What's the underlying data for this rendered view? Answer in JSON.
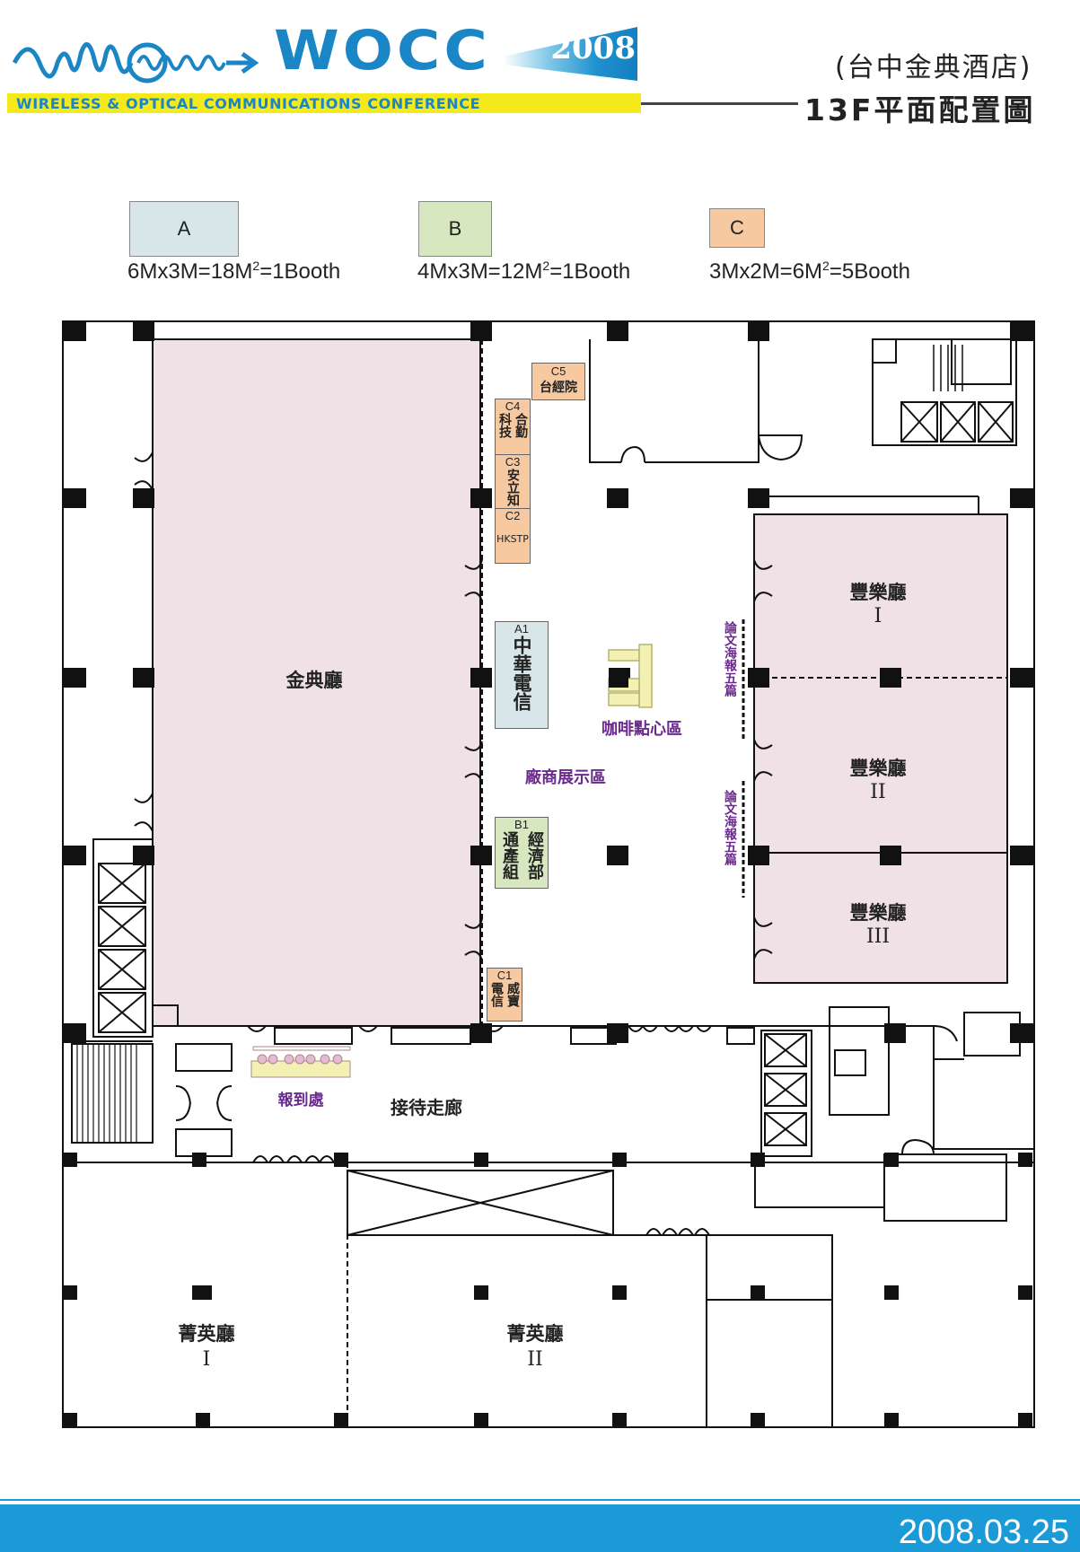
{
  "header": {
    "logo_text": "WOCC",
    "logo_year": "2008",
    "conference_name": "WIRELESS & OPTICAL COMMUNICATIONS CONFERENCE",
    "venue": "(台中金典酒店)",
    "floor_title": "13F平面配置圖"
  },
  "legend": [
    {
      "code": "A",
      "spec_pre": "6Mx3M=18M",
      "spec_sup": "2",
      "spec_post": "=1Booth",
      "color": "#d8e6ea"
    },
    {
      "code": "B",
      "spec_pre": "4Mx3M=12M",
      "spec_sup": "2",
      "spec_post": "=1Booth",
      "color": "#d7e8c0"
    },
    {
      "code": "C",
      "spec_pre": "3Mx2M=6M",
      "spec_sup": "2",
      "spec_post": "=5Booth",
      "color": "#f7c9a0"
    }
  ],
  "rooms": {
    "jindian": "金典廳",
    "fengle_1": "豐樂廳",
    "fengle_1_num": "I",
    "fengle_2": "豐樂廳",
    "fengle_2_num": "II",
    "fengle_3": "豐樂廳",
    "fengle_3_num": "III",
    "jingying_1": "菁英廳",
    "jingying_1_num": "I",
    "jingying_2": "菁英廳",
    "jingying_2_num": "II"
  },
  "areas": {
    "exhibit": "廠商展示區",
    "cafe": "咖啡點心區",
    "registration": "報到處",
    "corridor": "接待走廊",
    "poster_1": "論文海報五篇",
    "poster_2": "論文海報五篇"
  },
  "booths": {
    "c5": {
      "code": "C5",
      "name": "台經院"
    },
    "c4": {
      "code": "C4",
      "name_col1": "科技",
      "name_col2": "合勤"
    },
    "c3": {
      "code": "C3",
      "name": "安立知"
    },
    "c2": {
      "code": "C2",
      "name": "HKSTP"
    },
    "a1": {
      "code": "A1",
      "name": "中華電信"
    },
    "b1": {
      "code": "B1",
      "name_col1": "通產組",
      "name_col2": "經濟部"
    },
    "c1": {
      "code": "C1",
      "name_col1": "電信",
      "name_col2": "威寶"
    }
  },
  "colors": {
    "booth_a": "#d8e6ea",
    "booth_b": "#d7e8c0",
    "booth_c": "#f7c9a0",
    "hall": "#efe1e6",
    "cafe": "#f3f0b4",
    "accent_blue": "#1a9ad6",
    "accent_yellow": "#f4ea1b",
    "label_purple": "#6a2a8c"
  },
  "footer": {
    "date": "2008.03.25"
  }
}
